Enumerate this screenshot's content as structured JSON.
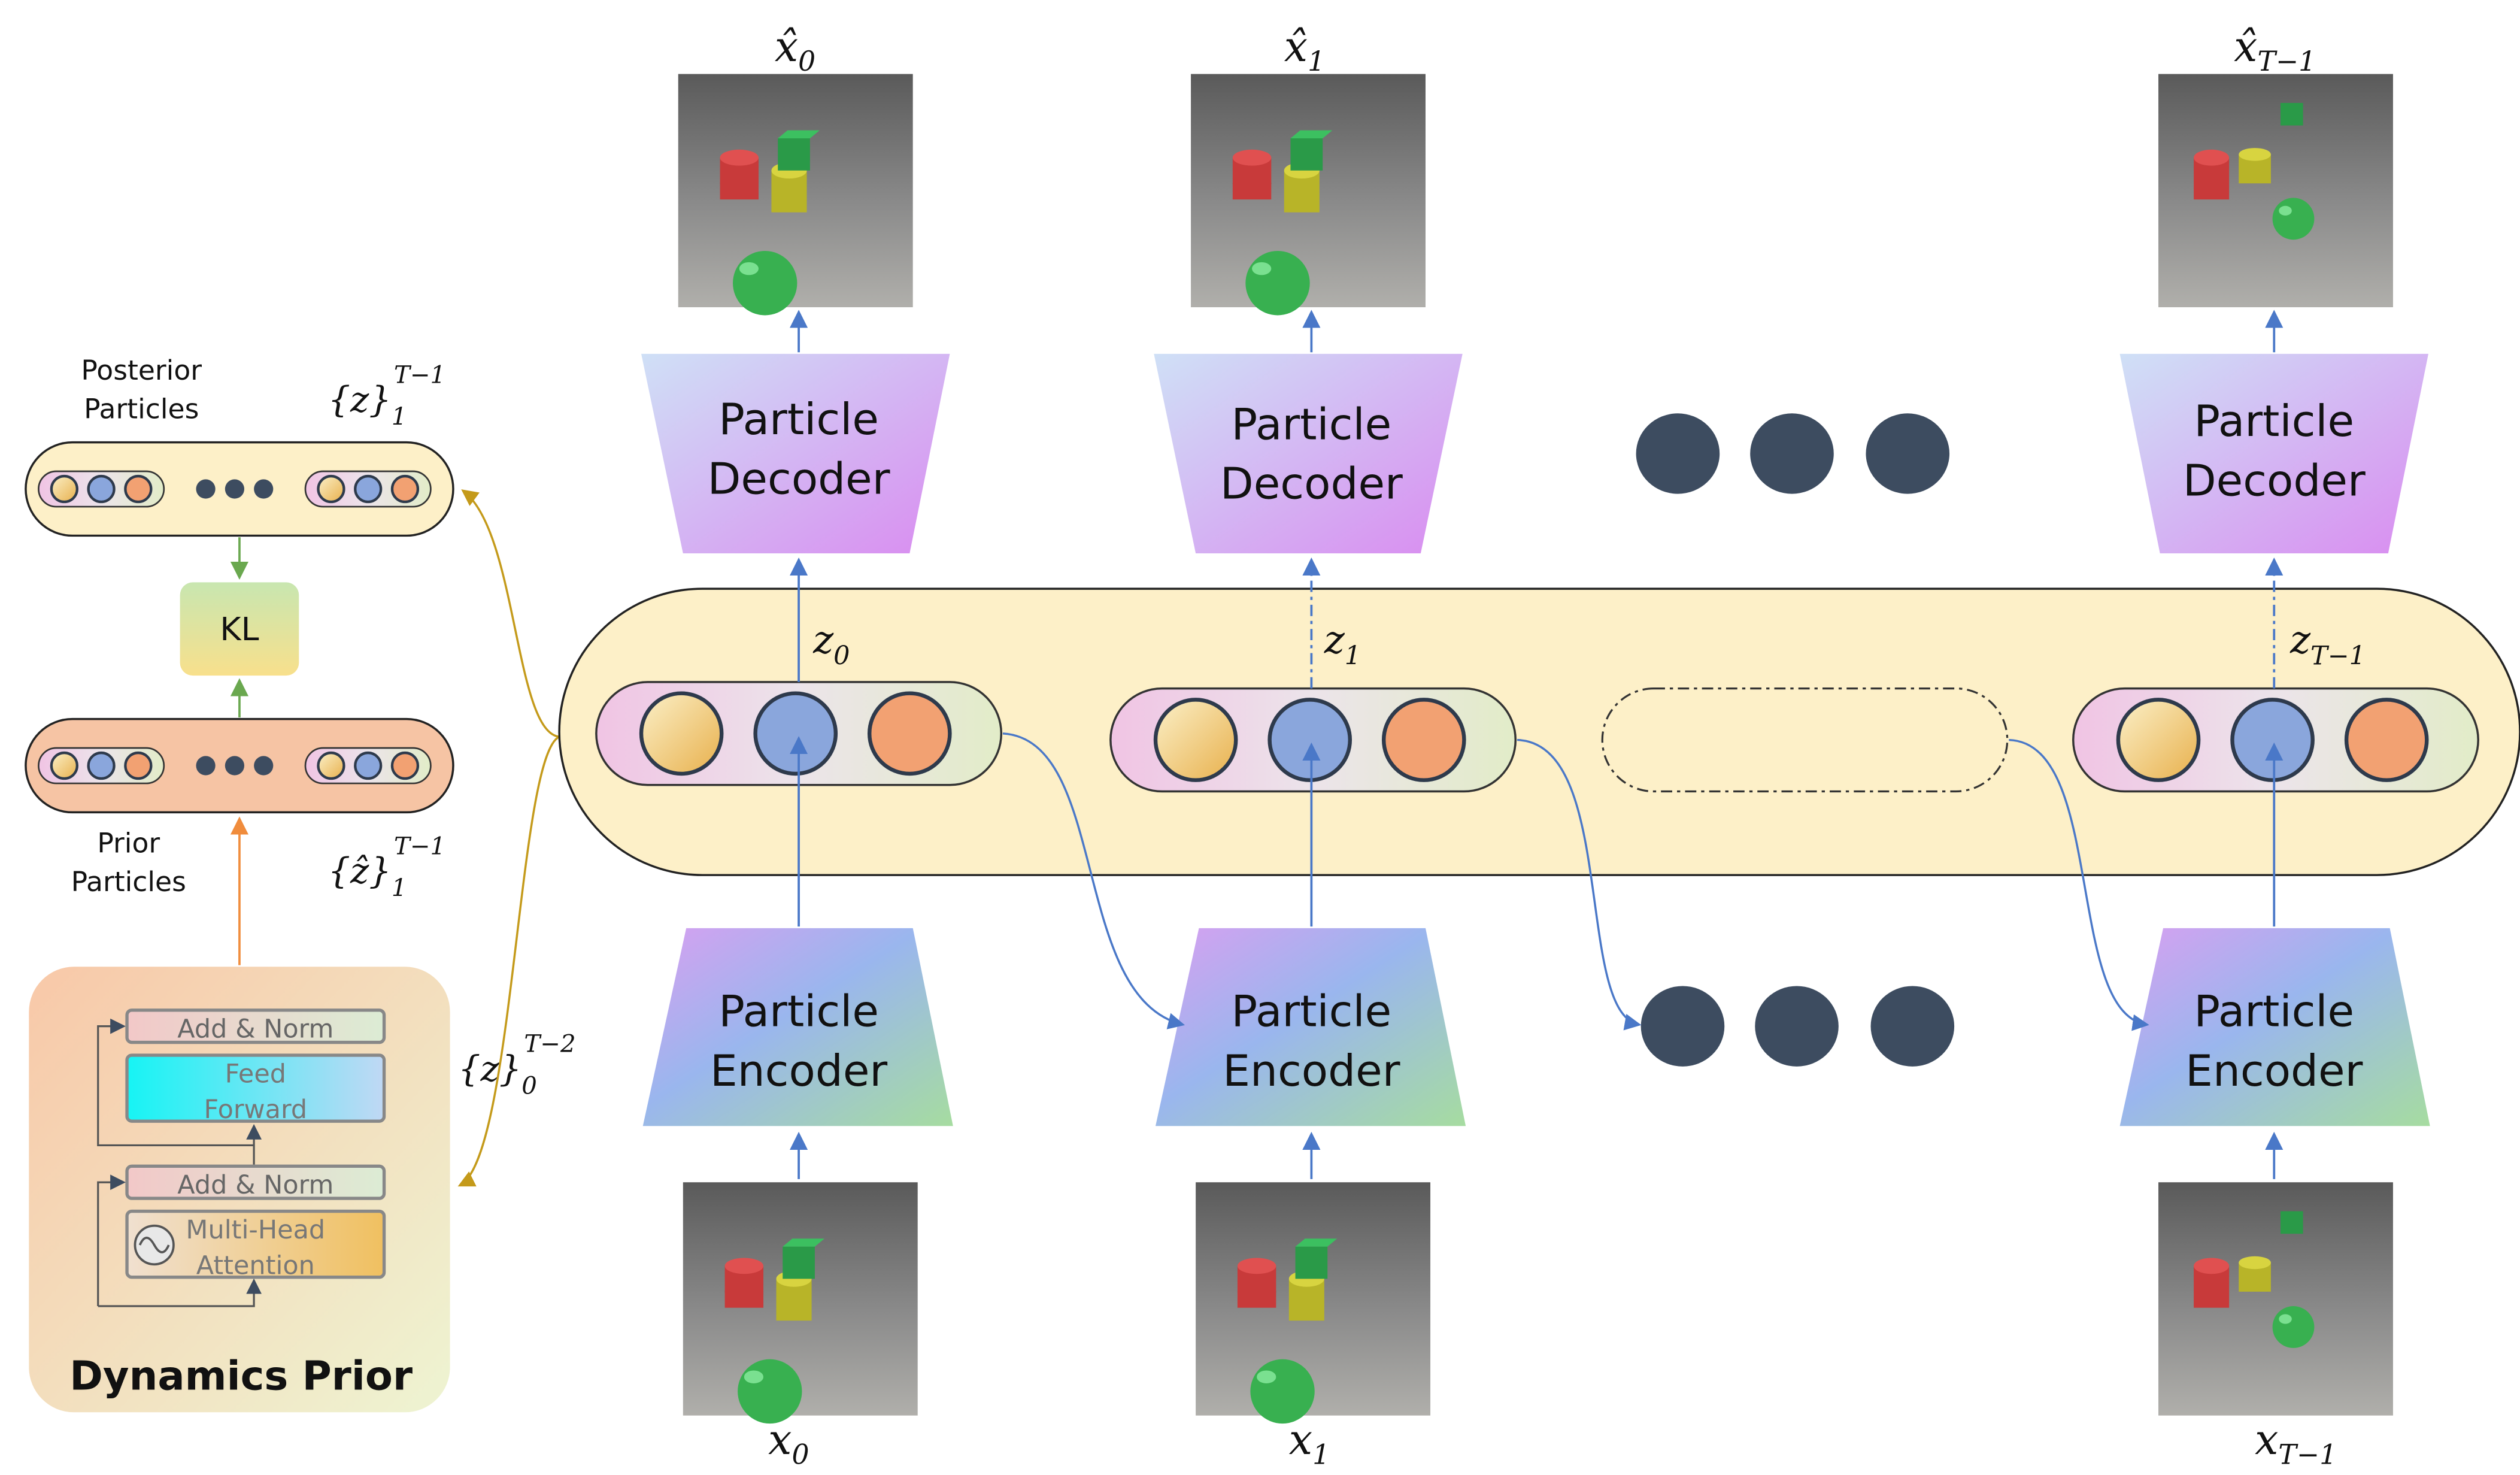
{
  "left_panel": {
    "posterior": {
      "title_line1": "Posterior",
      "title_line2": "Particles",
      "set_base": "{z}",
      "set_sub": "1",
      "set_sup": "T−1"
    },
    "kl": "KL",
    "prior": {
      "title_line1": "Prior",
      "title_line2": "Particles",
      "set_base": "{ẑ}",
      "set_sub": "1",
      "set_sup": "T−1"
    },
    "history_set": {
      "base": "{z}",
      "sub": "0",
      "sup": "T−2"
    },
    "dynamics": {
      "title": "Dynamics Prior",
      "add_norm_top": "Add & Norm",
      "feed_forward_line1": "Feed",
      "feed_forward_line2": "Forward",
      "add_norm_bottom": "Add & Norm",
      "mha_line1": "Multi-Head",
      "mha_line2": "Attention"
    }
  },
  "timesteps": [
    {
      "output_base": "x̂",
      "output_sub": "0",
      "latent_base": "z",
      "latent_sub": "0",
      "input_base": "x",
      "input_sub": "0"
    },
    {
      "output_base": "x̂",
      "output_sub": "1",
      "latent_base": "z",
      "latent_sub": "1",
      "input_base": "x",
      "input_sub": "1"
    },
    {
      "output_base": "x̂",
      "output_sub": "T−1",
      "latent_base": "z",
      "latent_sub": "T−1",
      "input_base": "x",
      "input_sub": "T−1"
    }
  ],
  "decoder": {
    "line1": "Particle",
    "line2": "Decoder"
  },
  "encoder": {
    "line1": "Particle",
    "line2": "Encoder"
  },
  "colors": {
    "latent_band": "#fdf0c8",
    "ellipsis_dot": "#3d4c60",
    "arrow_blue": "#4a78c8",
    "arrow_gold": "#c49a1a",
    "arrow_green": "#6aa84f",
    "arrow_orange": "#f08c3c",
    "particle_yellow": "#f4d27a",
    "particle_blue": "#8aa6dc",
    "particle_orange": "#f2a172"
  }
}
